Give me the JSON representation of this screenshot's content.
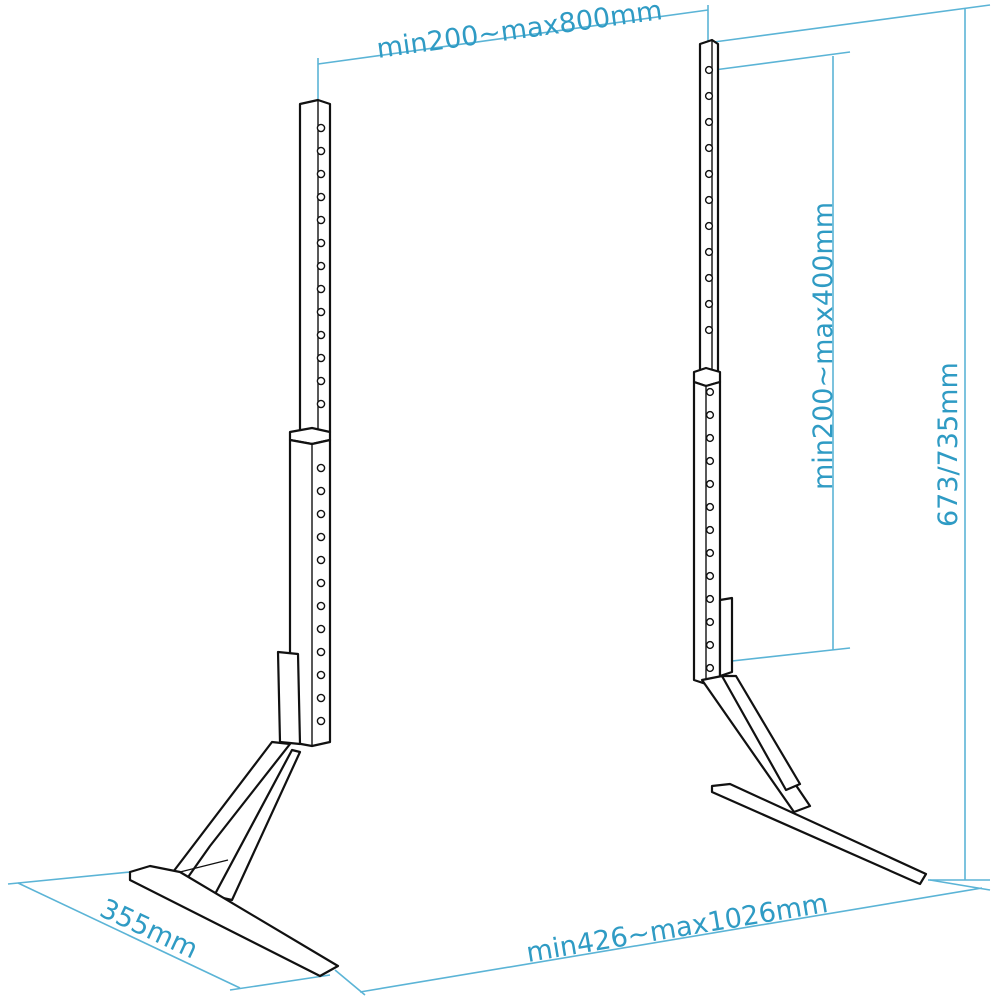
{
  "diagram": {
    "dimensions": {
      "bracket_span": "min200~max800mm",
      "vertical_adjust": "min200~max400mm",
      "height": "673/735mm",
      "foot_depth": "355mm",
      "base_width": "min426~max1026mm"
    },
    "colors": {
      "dimension": "#2f9bc4",
      "linework": "#111111"
    }
  }
}
